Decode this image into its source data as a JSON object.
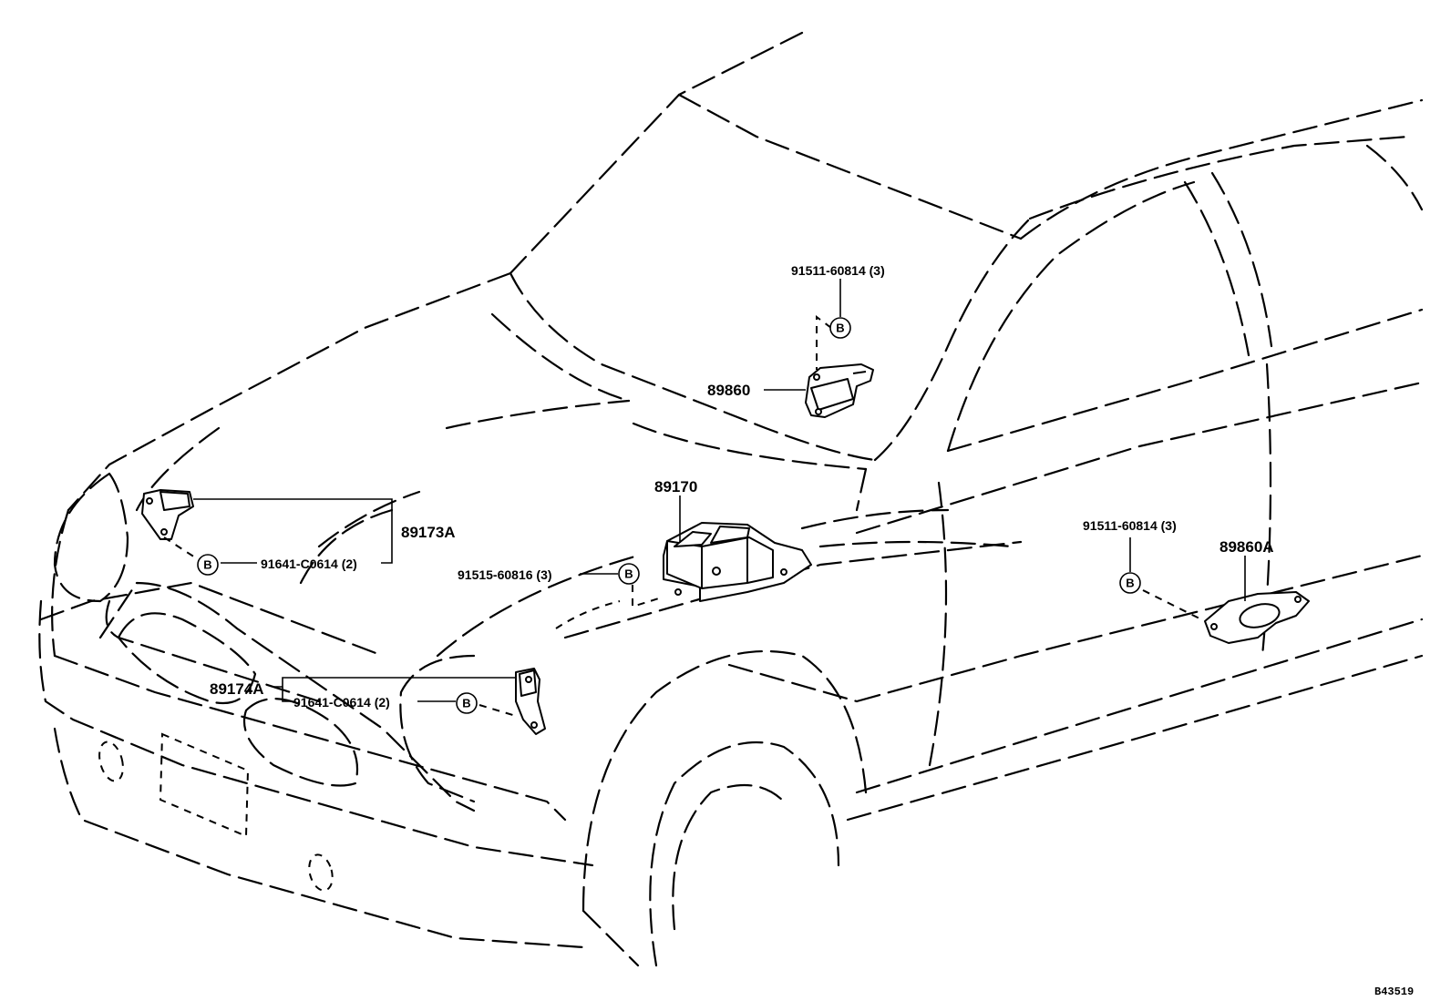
{
  "labels": {
    "bolt_top_right": "91511-60814 (3)",
    "sensor_top": "89860",
    "ecu": "89170",
    "bolt_ecu": "91515-60816 (3)",
    "sensor_left_front": "89173A",
    "bolt_left_front": "91641-C0614 (2)",
    "sensor_right_front": "89174A",
    "bolt_right_front": "91641-C0614 (2)",
    "bolt_side": "91511-60814 (3)",
    "sensor_side": "89860A"
  },
  "bolt_marker": "B",
  "diagram_code": "B43519"
}
